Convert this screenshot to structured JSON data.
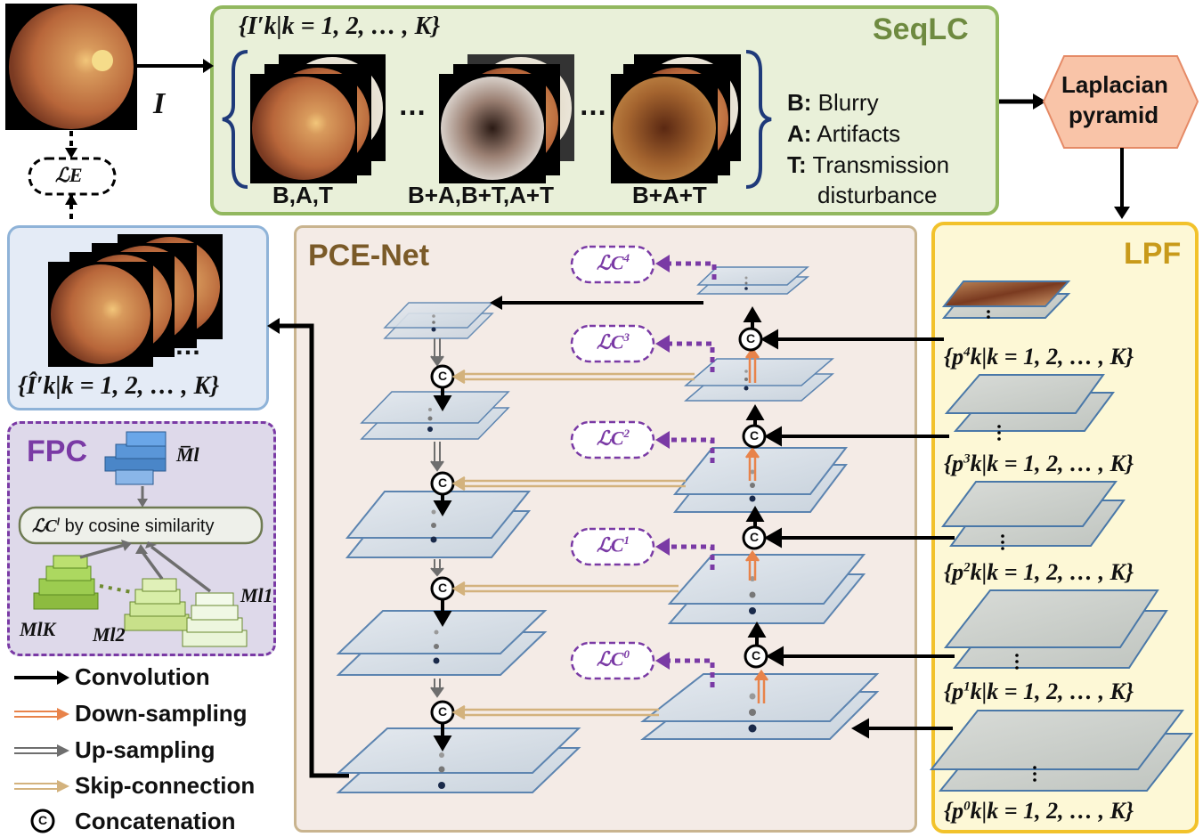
{
  "input_label": "I",
  "loss_e": "ℒE",
  "seqlc": {
    "title": "SeqLC",
    "set_label": "{I′k|k = 1, 2, … , K}",
    "group_labels": [
      "B,A,T",
      "B+A,B+T,A+T",
      "B+A+T"
    ],
    "ellipses": [
      "…",
      "…"
    ],
    "legend": [
      {
        "key": "B:",
        "text": "Blurry"
      },
      {
        "key": "A:",
        "text": "Artifacts"
      },
      {
        "key": "T:",
        "text": "Transmission"
      },
      {
        "key": "",
        "text": "disturbance"
      }
    ]
  },
  "laplacian": {
    "line1": "Laplacian",
    "line2": "pyramid"
  },
  "pce": {
    "title": "PCE-Net",
    "losses": [
      {
        "name": "ℒC",
        "sup": "4"
      },
      {
        "name": "ℒC",
        "sup": "3"
      },
      {
        "name": "ℒC",
        "sup": "2"
      },
      {
        "name": "ℒC",
        "sup": "1"
      },
      {
        "name": "ℒC",
        "sup": "0"
      }
    ],
    "concat_symbol": "C"
  },
  "lpf": {
    "title": "LPF",
    "labels": [
      {
        "p": "p",
        "sup": "4",
        "rest": "k|k = 1, 2, … , K}"
      },
      {
        "p": "p",
        "sup": "3",
        "rest": "k|k = 1, 2, … , K}"
      },
      {
        "p": "p",
        "sup": "2",
        "rest": "k|k = 1, 2, … , K}"
      },
      {
        "p": "p",
        "sup": "1",
        "rest": "k|k = 1, 2, … , K}"
      },
      {
        "p": "p",
        "sup": "0",
        "rest": "k|k = 1, 2, … , K}"
      }
    ]
  },
  "recon": {
    "label": "{Î′k|k = 1, 2, … , K}",
    "ellipsis": "…"
  },
  "fpc": {
    "title": "FPC",
    "mean_feature": "M̅l",
    "loss_text": "by cosine similarity",
    "loss_symbol": "ℒC",
    "loss_sup": "l",
    "features": [
      "MlK",
      "Ml2",
      "Ml1"
    ]
  },
  "legend": [
    {
      "label": "Convolution",
      "color": "#000000"
    },
    {
      "label": "Down-sampling",
      "color": "#e8834a"
    },
    {
      "label": "Up-sampling",
      "color": "#6e6e6e"
    },
    {
      "label": "Skip-connection",
      "color": "#d3b27d"
    },
    {
      "label": "Concatenation",
      "color": "#000000"
    }
  ],
  "colors": {
    "seqlc_bg": "#e9f0d9",
    "pce_bg": "#f4ebe6",
    "lpf_bg": "#fdf8d6",
    "recon_bg": "#e4ebf6",
    "fpc_bg": "#ded9ea",
    "loss_purple": "#7a3aa5",
    "hexagon": "#f9c4a8"
  }
}
